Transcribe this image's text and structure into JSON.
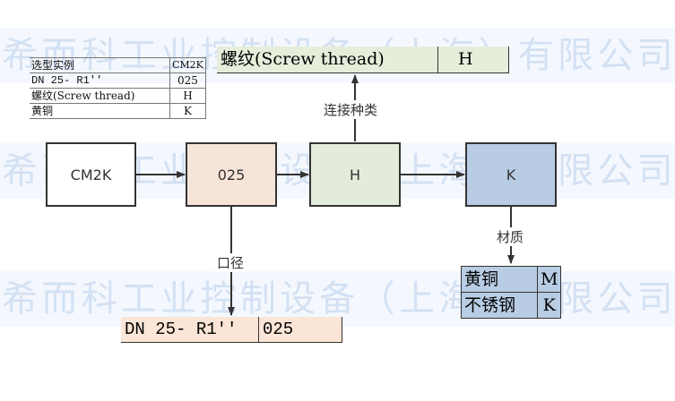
{
  "watermark": {
    "chars": [
      "希",
      "而",
      "科",
      "工",
      "业",
      "控",
      "制",
      "设",
      "备",
      "（",
      "上",
      "海",
      "）",
      "有",
      "限",
      "公",
      "司"
    ]
  },
  "legend_table": {
    "rows": [
      {
        "label": "选型实例",
        "value": "CM2K"
      },
      {
        "label": "DN 25- R1''",
        "value": "025"
      },
      {
        "label": "螺纹(Screw thread)",
        "value": "H"
      },
      {
        "label": "黄铜",
        "value": "K"
      }
    ]
  },
  "thread_table": {
    "label": "螺纹(Screw thread)",
    "value": "H",
    "color": "#e6eedb"
  },
  "size_table": {
    "label": "DN 25- R1''",
    "value": "025",
    "color": "#fbe5d6"
  },
  "material_table": {
    "rows": [
      {
        "label": "黄铜",
        "value": "M"
      },
      {
        "label": "不锈钢",
        "value": "K"
      }
    ],
    "color": "#b8cce4"
  },
  "flow": {
    "boxes": [
      {
        "id": "model",
        "text": "CM2K",
        "color": "#ffffff"
      },
      {
        "id": "size",
        "text": "025",
        "color": "#f6e4d8"
      },
      {
        "id": "thread",
        "text": "H",
        "color": "#e3ecda"
      },
      {
        "id": "material",
        "text": "K",
        "color": "#b8cce4"
      }
    ],
    "labels": {
      "connection": "连接种类",
      "diameter": "口径",
      "material": "材质"
    }
  }
}
